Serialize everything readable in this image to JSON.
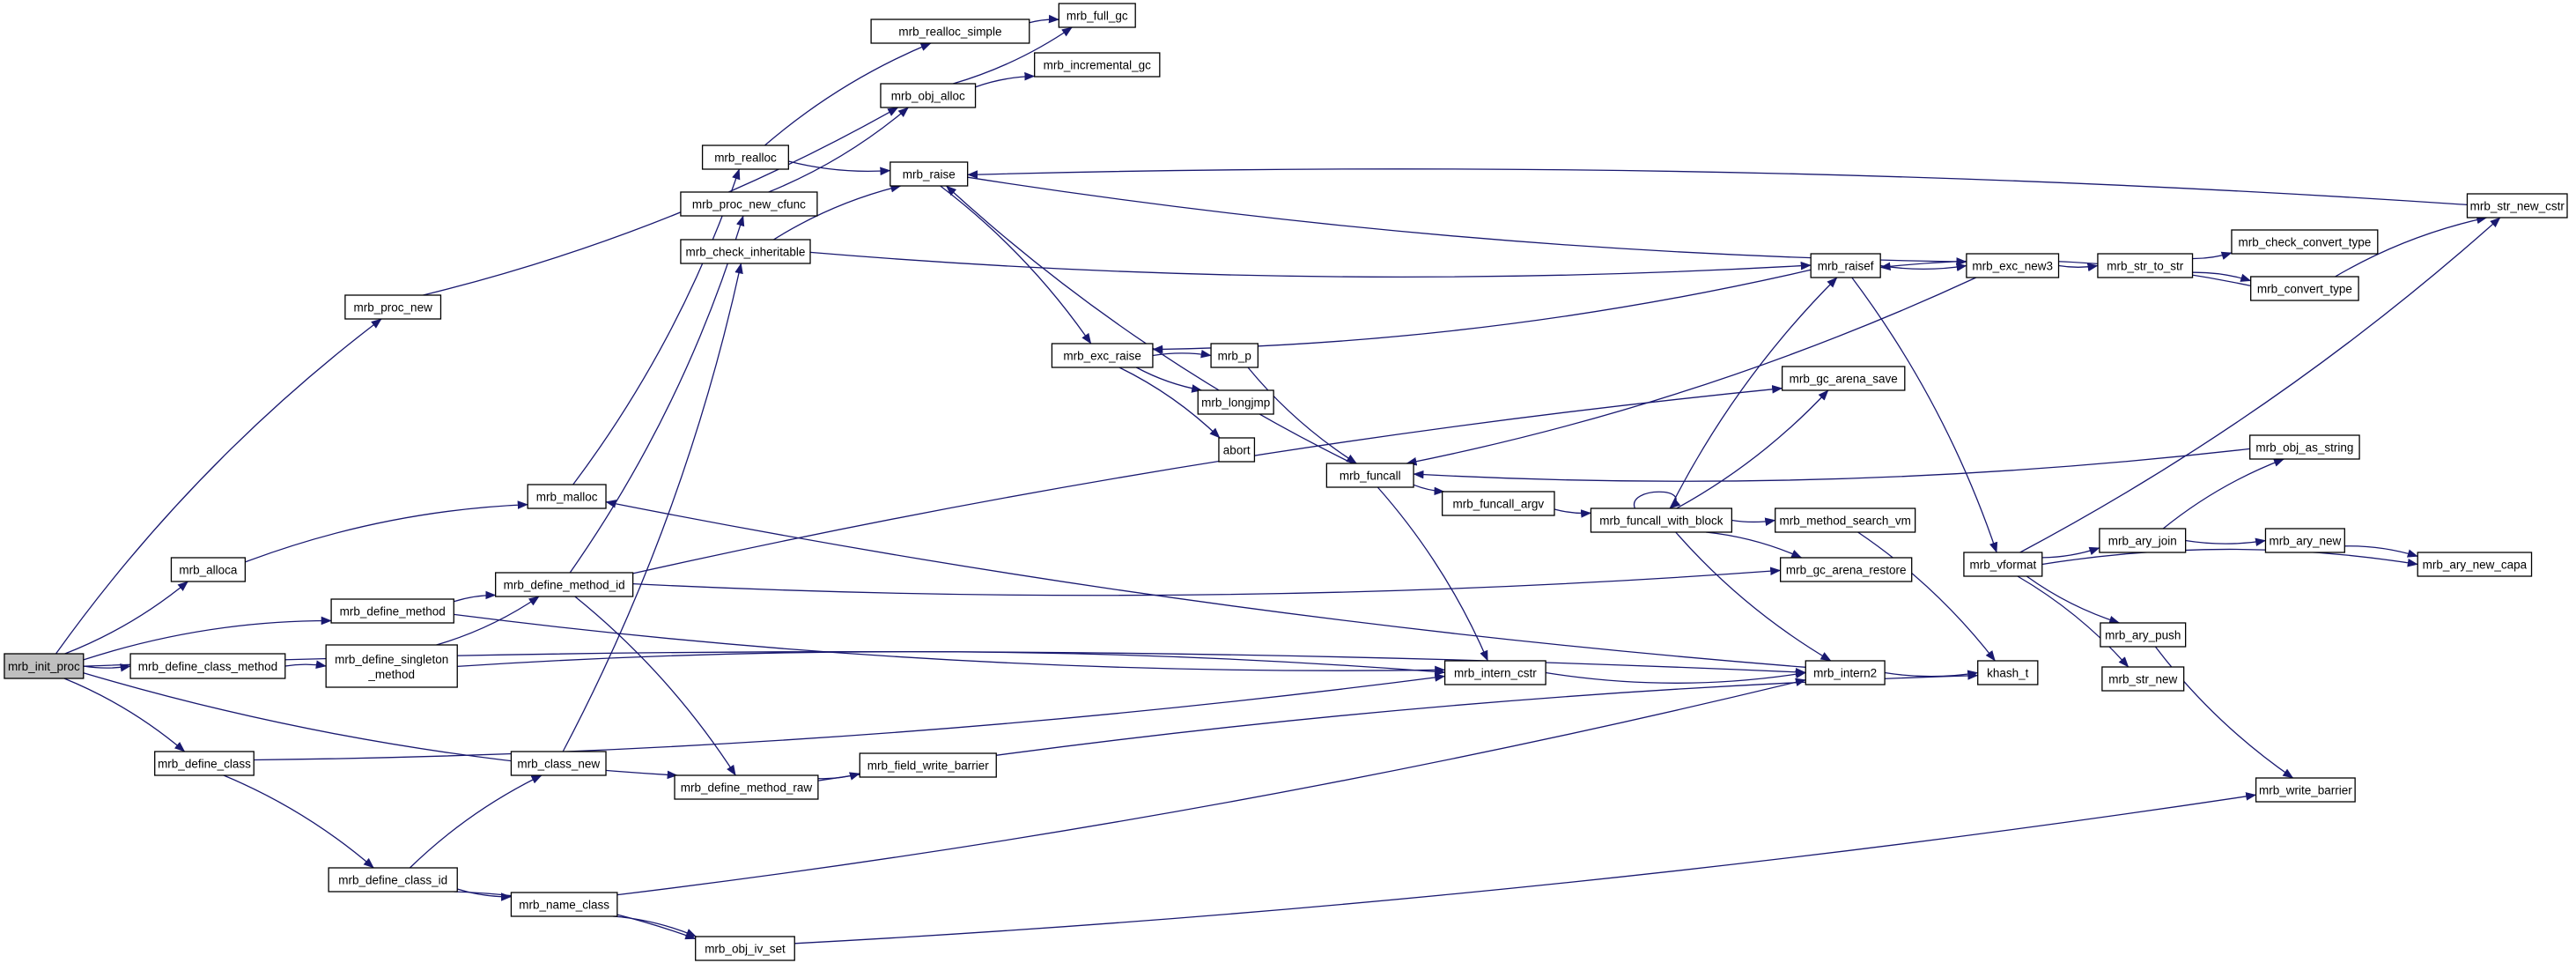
{
  "colors": {
    "edge": "#191970",
    "node_border": "#000000",
    "node_fill": "#ffffff",
    "root_fill": "#bfbfbf",
    "truncated_border": "#ff0000"
  },
  "nodes": [
    {
      "id": "init_proc",
      "label": "mrb_init_proc",
      "root": true
    },
    {
      "id": "proc_new",
      "label": "mrb_proc_new"
    },
    {
      "id": "alloca",
      "label": "mrb_alloca"
    },
    {
      "id": "define_method",
      "label": "mrb_define_method"
    },
    {
      "id": "define_class_method",
      "label": "mrb_define_class_method"
    },
    {
      "id": "define_class",
      "label": "mrb_define_class"
    },
    {
      "id": "realloc",
      "label": "mrb_realloc"
    },
    {
      "id": "proc_new_cfunc",
      "label": "mrb_proc_new_cfunc"
    },
    {
      "id": "check_inheritable",
      "label": "mrb_check_inheritable"
    },
    {
      "id": "malloc",
      "label": "mrb_malloc"
    },
    {
      "id": "define_method_id",
      "label": "mrb_define_method_id"
    },
    {
      "id": "define_singleton_method",
      "label": "mrb_define_singleton",
      "label2": "_method"
    },
    {
      "id": "class_new",
      "label": "mrb_class_new"
    },
    {
      "id": "define_class_id",
      "label": "mrb_define_class_id"
    },
    {
      "id": "define_method_raw",
      "label": "mrb_define_method_raw"
    },
    {
      "id": "name_class",
      "label": "mrb_name_class"
    },
    {
      "id": "obj_iv_set",
      "label": "mrb_obj_iv_set"
    },
    {
      "id": "realloc_simple",
      "label": "mrb_realloc_simple"
    },
    {
      "id": "obj_alloc",
      "label": "mrb_obj_alloc"
    },
    {
      "id": "raise",
      "label": "mrb_raise"
    },
    {
      "id": "field_write_barrier",
      "label": "mrb_field_write_barrier"
    },
    {
      "id": "full_gc",
      "label": "mrb_full_gc"
    },
    {
      "id": "incremental_gc",
      "label": "mrb_incremental_gc"
    },
    {
      "id": "exc_raise",
      "label": "mrb_exc_raise"
    },
    {
      "id": "funcall",
      "label": "mrb_funcall"
    },
    {
      "id": "intern_cstr",
      "label": "mrb_intern_cstr"
    },
    {
      "id": "p",
      "label": "mrb_p"
    },
    {
      "id": "longjmp",
      "label": "mrb_longjmp"
    },
    {
      "id": "abort",
      "label": "abort"
    },
    {
      "id": "funcall_argv",
      "label": "mrb_funcall_argv"
    },
    {
      "id": "funcall_with_block",
      "label": "mrb_funcall_with_block",
      "truncated": true
    },
    {
      "id": "gc_arena_save",
      "label": "mrb_gc_arena_save"
    },
    {
      "id": "gc_arena_restore",
      "label": "mrb_gc_arena_restore"
    },
    {
      "id": "method_search_vm",
      "label": "mrb_method_search_vm"
    },
    {
      "id": "intern2",
      "label": "mrb_intern2"
    },
    {
      "id": "raisef",
      "label": "mrb_raisef"
    },
    {
      "id": "exc_new3",
      "label": "mrb_exc_new3"
    },
    {
      "id": "khash_t",
      "label": "khash_t"
    },
    {
      "id": "str_to_str",
      "label": "mrb_str_to_str"
    },
    {
      "id": "vformat",
      "label": "mrb_vformat"
    },
    {
      "id": "check_convert_type",
      "label": "mrb_check_convert_type"
    },
    {
      "id": "convert_type",
      "label": "mrb_convert_type"
    },
    {
      "id": "str_new_cstr",
      "label": "mrb_str_new_cstr"
    },
    {
      "id": "obj_as_string",
      "label": "mrb_obj_as_string",
      "truncated": true
    },
    {
      "id": "ary_join",
      "label": "mrb_ary_join"
    },
    {
      "id": "ary_new",
      "label": "mrb_ary_new"
    },
    {
      "id": "ary_new_capa",
      "label": "mrb_ary_new_capa"
    },
    {
      "id": "ary_push",
      "label": "mrb_ary_push"
    },
    {
      "id": "str_new",
      "label": "mrb_str_new"
    },
    {
      "id": "write_barrier",
      "label": "mrb_write_barrier"
    }
  ],
  "edges": [
    [
      "init_proc",
      "proc_new"
    ],
    [
      "init_proc",
      "alloca"
    ],
    [
      "init_proc",
      "define_method"
    ],
    [
      "init_proc",
      "define_class_method"
    ],
    [
      "init_proc",
      "define_class"
    ],
    [
      "init_proc",
      "define_method_raw"
    ],
    [
      "init_proc",
      "intern2"
    ],
    [
      "proc_new",
      "obj_alloc"
    ],
    [
      "alloca",
      "malloc"
    ],
    [
      "malloc",
      "realloc"
    ],
    [
      "realloc",
      "realloc_simple"
    ],
    [
      "realloc",
      "raise"
    ],
    [
      "realloc_simple",
      "full_gc"
    ],
    [
      "obj_alloc",
      "full_gc"
    ],
    [
      "obj_alloc",
      "incremental_gc"
    ],
    [
      "proc_new_cfunc",
      "obj_alloc"
    ],
    [
      "check_inheritable",
      "raise"
    ],
    [
      "check_inheritable",
      "raisef"
    ],
    [
      "define_method",
      "define_method_id"
    ],
    [
      "define_method",
      "intern_cstr"
    ],
    [
      "define_class_method",
      "define_singleton_method"
    ],
    [
      "define_singleton_method",
      "define_method_id"
    ],
    [
      "define_singleton_method",
      "intern_cstr"
    ],
    [
      "define_method_id",
      "proc_new_cfunc"
    ],
    [
      "define_method_id",
      "gc_arena_save"
    ],
    [
      "define_method_id",
      "gc_arena_restore"
    ],
    [
      "define_method_id",
      "define_method_raw"
    ],
    [
      "define_class",
      "intern_cstr"
    ],
    [
      "define_class",
      "define_class_id"
    ],
    [
      "class_new",
      "check_inheritable"
    ],
    [
      "define_class_id",
      "class_new"
    ],
    [
      "define_class_id",
      "name_class"
    ],
    [
      "define_class_id",
      "obj_iv_set"
    ],
    [
      "define_method_raw",
      "field_write_barrier"
    ],
    [
      "define_method_raw",
      "khash_t"
    ],
    [
      "name_class",
      "intern2"
    ],
    [
      "name_class",
      "obj_iv_set"
    ],
    [
      "obj_iv_set",
      "write_barrier"
    ],
    [
      "raise",
      "exc_raise"
    ],
    [
      "raise",
      "exc_new3"
    ],
    [
      "exc_raise",
      "p"
    ],
    [
      "exc_raise",
      "longjmp"
    ],
    [
      "exc_raise",
      "abort"
    ],
    [
      "p",
      "funcall"
    ],
    [
      "funcall",
      "raise"
    ],
    [
      "funcall",
      "funcall_argv"
    ],
    [
      "funcall",
      "intern_cstr"
    ],
    [
      "funcall_argv",
      "funcall_with_block"
    ],
    [
      "funcall_with_block",
      "funcall_with_block"
    ],
    [
      "funcall_with_block",
      "gc_arena_save"
    ],
    [
      "funcall_with_block",
      "raisef"
    ],
    [
      "funcall_with_block",
      "method_search_vm"
    ],
    [
      "funcall_with_block",
      "gc_arena_restore"
    ],
    [
      "funcall_with_block",
      "intern2"
    ],
    [
      "method_search_vm",
      "khash_t"
    ],
    [
      "intern_cstr",
      "intern2"
    ],
    [
      "intern2",
      "malloc"
    ],
    [
      "intern2",
      "khash_t"
    ],
    [
      "raisef",
      "exc_raise"
    ],
    [
      "raisef",
      "exc_new3"
    ],
    [
      "raisef",
      "vformat"
    ],
    [
      "exc_new3",
      "str_to_str"
    ],
    [
      "exc_new3",
      "funcall"
    ],
    [
      "str_to_str",
      "check_convert_type"
    ],
    [
      "str_to_str",
      "convert_type"
    ],
    [
      "convert_type",
      "raisef"
    ],
    [
      "convert_type",
      "str_new_cstr"
    ],
    [
      "str_new_cstr",
      "raise"
    ],
    [
      "obj_as_string",
      "funcall"
    ],
    [
      "vformat",
      "ary_join"
    ],
    [
      "vformat",
      "ary_new_capa"
    ],
    [
      "vformat",
      "ary_push"
    ],
    [
      "vformat",
      "str_new"
    ],
    [
      "vformat",
      "str_new_cstr"
    ],
    [
      "ary_join",
      "obj_as_string"
    ],
    [
      "ary_join",
      "ary_new"
    ],
    [
      "ary_new",
      "ary_new_capa"
    ],
    [
      "ary_push",
      "write_barrier"
    ]
  ]
}
